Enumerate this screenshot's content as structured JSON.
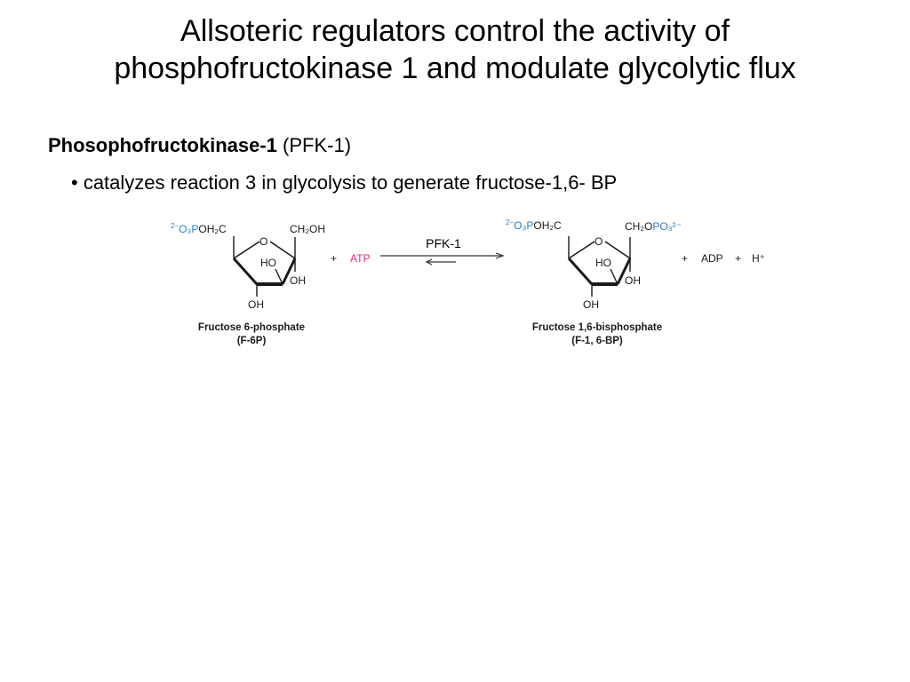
{
  "slide": {
    "title_line1": "Allsoteric regulators control the activity of",
    "title_line2": "phosphofructokinase 1 and modulate glycolytic flux",
    "subtitle_bold": "Phosophofructokinase-1",
    "subtitle_rest": " (PFK-1)",
    "bullet": "• catalyzes reaction 3 in glycolysis to generate fructose-1,6- BP"
  },
  "scheme": {
    "enzyme": "PFK-1",
    "left": {
      "phosphate_prefix": "2−",
      "phosphate_o3": "O₃P",
      "phosphate_rest": "OH₂C",
      "ring_o": "O",
      "ch2oh": "CH₂OH",
      "ho": "HO",
      "oh_right": "OH",
      "oh_bottom": "OH",
      "name": "Fructose 6-phosphate",
      "abbr": "(F-6P)"
    },
    "plus1": "+",
    "atp": "ATP",
    "right": {
      "phosphate_prefix": "2−",
      "phosphate_o3": "O₃P",
      "phosphate_rest": "OH₂C",
      "ring_o": "O",
      "ch2o": "CH₂O",
      "po3": "PO₃²⁻",
      "ho": "HO",
      "oh_right": "OH",
      "oh_bottom": "OH",
      "name": "Fructose 1,6-bisphosphate",
      "abbr": "(F-1, 6-BP)"
    },
    "plus2": "+",
    "adp": "ADP",
    "plus3": "+",
    "h": "H⁺"
  },
  "colors": {
    "phosphate": "#2e7fc4",
    "atp": "#e0287f",
    "text": "#000000"
  }
}
